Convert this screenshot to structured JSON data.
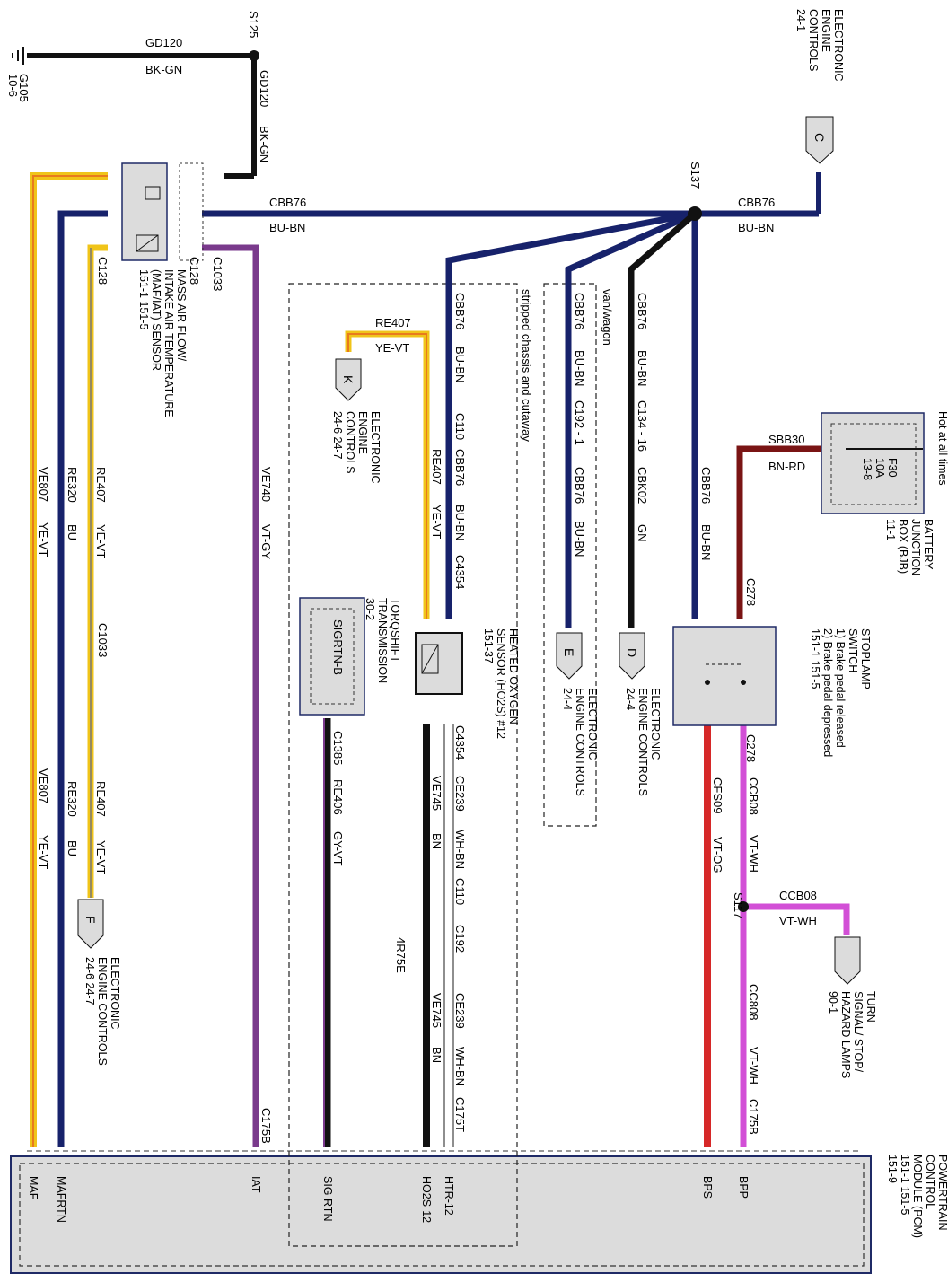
{
  "ground": {
    "id": "G105",
    "ref": "10-6"
  },
  "splices": {
    "s125": "S125",
    "s137": "S137",
    "s117": "S117"
  },
  "wires": {
    "gd120": {
      "circuit": "GD120",
      "color": "BK-GN"
    },
    "cbb76": {
      "circuit": "CBB76",
      "color": "BU-BN"
    },
    "re407": {
      "circuit": "RE407",
      "color": "YE-VT"
    },
    "ve807": {
      "circuit": "VE807",
      "color": "YE-VT"
    },
    "re320": {
      "circuit": "RE320",
      "color": "BU"
    },
    "ve740": {
      "circuit": "VE740",
      "color": "VT-GY"
    },
    "ce239": {
      "circuit": "CE239",
      "color": "WH-BN"
    },
    "ve745": {
      "circuit": "VE745",
      "color": "BN"
    },
    "re406": {
      "circuit": "RE406",
      "color": "GY-VT"
    },
    "sbb30": {
      "circuit": "SBB30",
      "color": "BN-RD"
    },
    "cfs09": {
      "circuit": "CFS09",
      "color": "VT-OG"
    },
    "ccb08": {
      "circuit": "CCB08",
      "color": "VT-WH"
    },
    "cc808": {
      "circuit": "CC808",
      "color": "VT-WH"
    },
    "cbk02": {
      "circuit": "CBK02",
      "color": "GN"
    }
  },
  "connectors": {
    "c128": "C128",
    "c1033": "C1033",
    "c110": "C110",
    "c4354": "C4354",
    "c192_1": "C192 - 1",
    "c134_16": "C134 - 16",
    "c278": "C278",
    "c175b": "C175B",
    "c1385": "C1385",
    "c192": "C192",
    "c175t": "C175T"
  },
  "components": {
    "maf": {
      "lines": [
        "MASS AIR FLOW/",
        "INTAKE AIR TEMPERATURE",
        "(MAF/IAT) SENSOR",
        "151-1   151-5"
      ]
    },
    "ho2s": {
      "lines": [
        "HEATED OXYGEN",
        "SENSOR (HO2S) #12",
        "151-37"
      ]
    },
    "torqshift": {
      "lines": [
        "TORQSHIFT",
        "TRANSMISSION",
        "30-2"
      ],
      "inner": "SIGRTN-B"
    },
    "stoplamp": {
      "lines": [
        "STOPLAMP",
        "SWITCH",
        "1) Brake pedal released",
        "2) Brake pedal depressed",
        "151-1   151-5"
      ]
    },
    "bjb": {
      "lines": [
        "BATTERY",
        "JUNCTION",
        "BOX (BJB)",
        "11-1"
      ],
      "hot": "Hot at all times",
      "fuse": "F30",
      "amps": "10A",
      "ref": "13-8"
    },
    "pcm": {
      "lines": [
        "POWERTRAIN",
        "CONTROL",
        "MODULE (PCM)",
        "151-1   151-5",
        "151-9"
      ]
    }
  },
  "offpage": {
    "c": {
      "letter": "C",
      "lines": [
        "ELECTRONIC",
        "ENGINE",
        "CONTROLS",
        "24-1"
      ]
    },
    "k": {
      "letter": "K",
      "lines": [
        "ELECTRONIC",
        "ENGINE",
        "CONTROLS",
        "24-6   24-7"
      ]
    },
    "e": {
      "letter": "E",
      "lines": [
        "ELECTRONIC",
        "ENGINE CONTROLS",
        "24-4"
      ]
    },
    "d": {
      "letter": "D",
      "lines": [
        "ELECTRONIC",
        "ENGINE CONTROLS",
        "24-4"
      ]
    },
    "f": {
      "letter": "F",
      "lines": [
        "ELECTRONIC",
        "ENGINE CONTROLS",
        "24-6   24-7"
      ]
    },
    "turn": {
      "lines": [
        "TURN",
        "SIGNAL/ STOP/",
        "HAZARD LAMPS",
        "90-1"
      ]
    }
  },
  "notes": {
    "stripped": "stripped chassis and cutaway",
    "vanwagon": "van/wagon",
    "trans": "4R75E"
  },
  "pcm_pins": {
    "maf": "MAF",
    "mafrtn": "MAFRTN",
    "iat": "IAT",
    "sigrtn": "SIG RTN",
    "ho2s": "HO2S-12",
    "htr": "HTR-12",
    "bps": "BPS",
    "bpp": "BPP"
  },
  "colors": {
    "black": "#111111",
    "blue": "#17226b",
    "yellow": "#f0c419",
    "orange": "#e87a1c",
    "violet": "#7a3a8c",
    "brownred": "#7a1414",
    "red": "#d62828",
    "magenta": "#d24fd6",
    "frame": "#1f2a66",
    "fill": "#dcdcdc"
  }
}
